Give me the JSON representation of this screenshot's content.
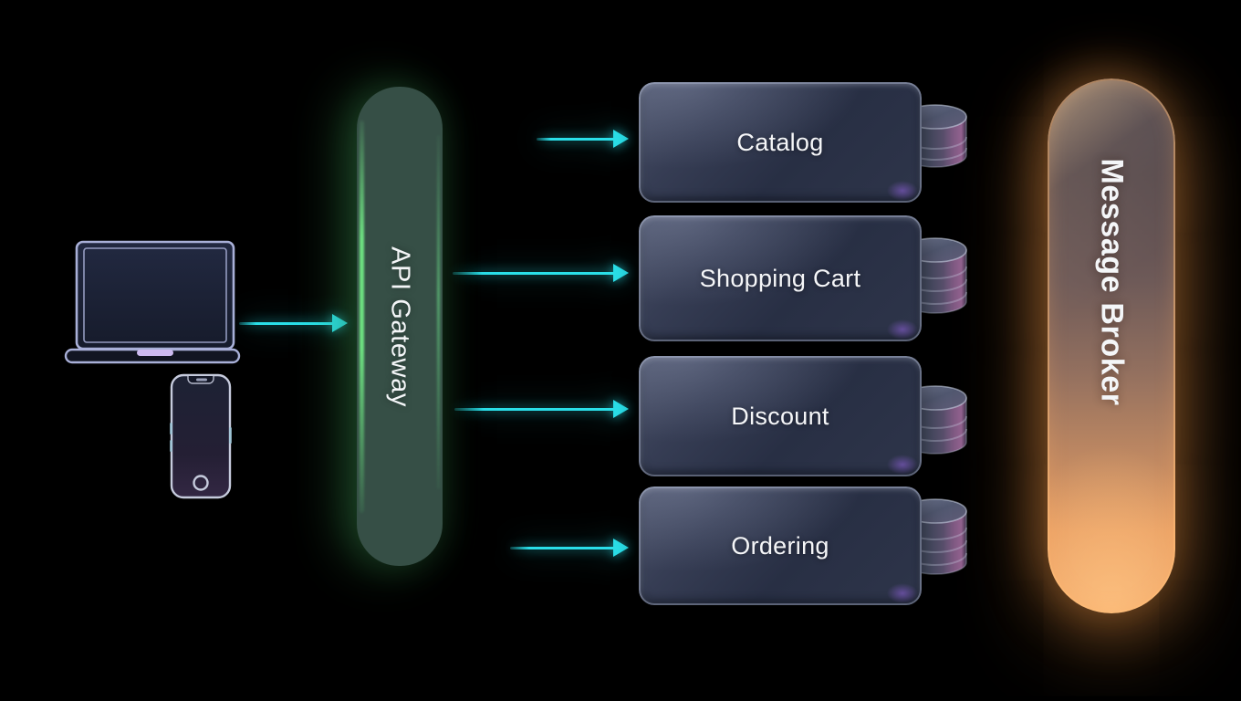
{
  "gateway": {
    "label": "API Gateway",
    "accent_color": "#55d675"
  },
  "broker": {
    "label": "Message Broker",
    "accent_color": "#f09a52"
  },
  "services": [
    {
      "label": "Catalog"
    },
    {
      "label": "Shopping Cart"
    },
    {
      "label": "Discount"
    },
    {
      "label": "Ordering"
    }
  ],
  "clients": {
    "devices": [
      "laptop",
      "smartphone"
    ]
  },
  "colors": {
    "background_top": "#242b44",
    "background_bottom": "#06080f",
    "arrow": "#2adfe9",
    "service_box": "#2c3347",
    "database_tint": "#8a5f8a",
    "device_outline": "#a9b0d8",
    "text": "#f5f6f8"
  }
}
